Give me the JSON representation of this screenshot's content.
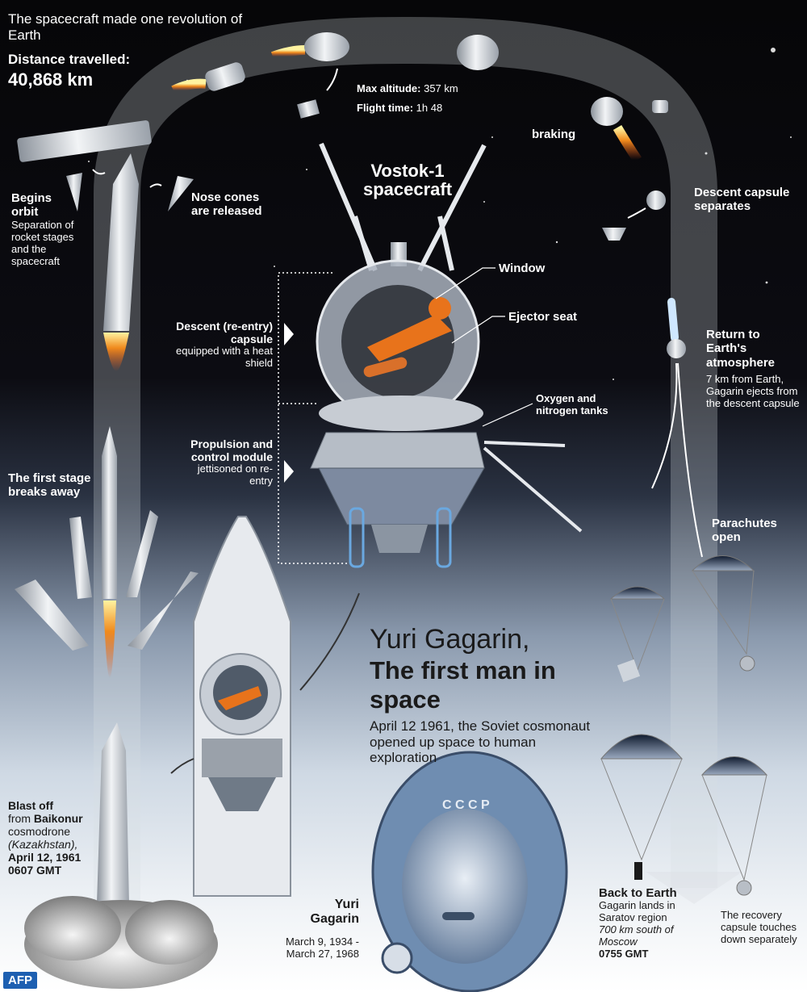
{
  "orbit": {
    "headline": "The spacecraft made one revolution of Earth",
    "distance_label": "Distance travelled:",
    "distance_value": "40,868 km",
    "max_altitude_label": "Max altitude:",
    "max_altitude_value": "357 km",
    "flight_time_label": "Flight time:",
    "flight_time_value": "1h 48",
    "braking": "braking"
  },
  "stages": {
    "begins_orbit_title": "Begins orbit",
    "begins_orbit_text": "Separation of rocket stages and the spacecraft",
    "nose_cones": "Nose cones are released",
    "first_stage": "The first stage breaks away",
    "descent_separates": "Descent capsule separates",
    "return_title": "Return to Earth's atmosphere",
    "return_text": "7 km from Earth, Gagarin ejects from the descent capsule",
    "parachutes": "Parachutes open"
  },
  "spacecraft": {
    "title": "Vostok-1 spacecraft",
    "window": "Window",
    "ejector_seat": "Ejector seat",
    "tanks": "Oxygen and nitrogen tanks",
    "descent_title": "Descent (re-entry) capsule",
    "descent_text": "equipped with a heat shield",
    "propulsion_title": "Propulsion and control module",
    "propulsion_text": "jettisoned on re-entry"
  },
  "headline": {
    "line1": "Yuri Gagarin,",
    "line2": "The first man in space",
    "text": "April 12 1961, the Soviet cosmonaut opened up space to human exploration"
  },
  "blast": {
    "title": "Blast off",
    "from": "from",
    "place": "Baikonur",
    "place_suffix": "cosmodrone",
    "country": "(Kazakhstan),",
    "date": "April 12, 1961",
    "time": "0607 GMT"
  },
  "portrait": {
    "name": "Yuri Gagarin",
    "dates": "March 9, 1934 - March 27, 1968",
    "helmet_text": "C C C P"
  },
  "landing": {
    "back_title": "Back to Earth",
    "back_text": "Gagarin lands in Saratov region",
    "back_italic": "700 km south of Moscow",
    "back_time": "0755 GMT",
    "recovery": "The recovery capsule touches down separately"
  },
  "credit": "AFP",
  "colors": {
    "flame": "#f08a1c",
    "suit": "#e8731b",
    "track": "#d9dde3"
  }
}
